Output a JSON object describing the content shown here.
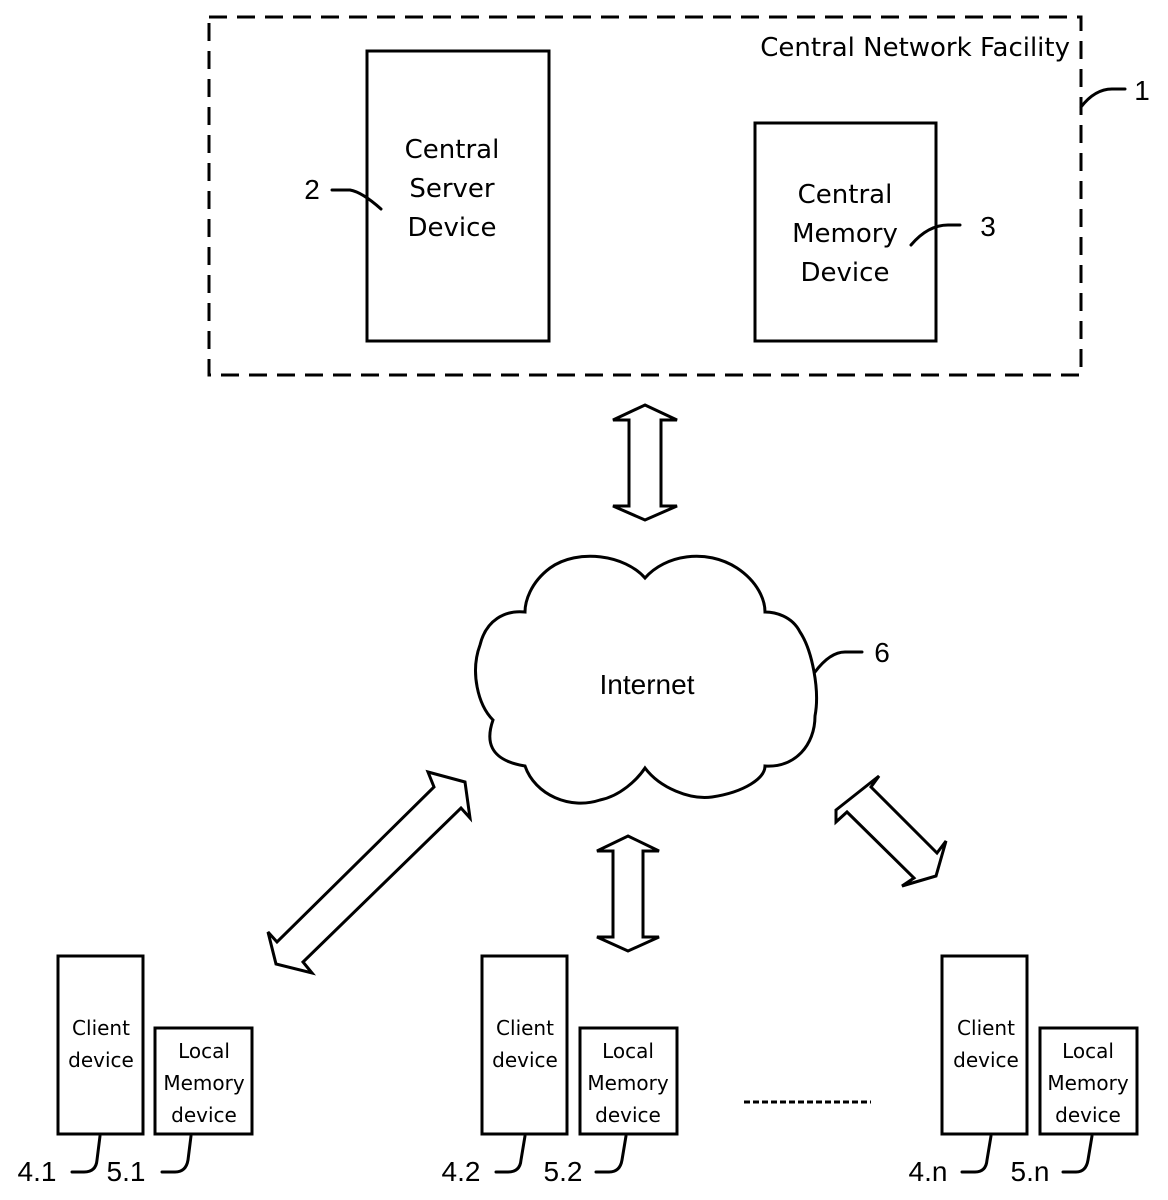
{
  "facility": {
    "title": "Central Network Facility",
    "ref": "1"
  },
  "central_server": {
    "lines": [
      "Central",
      "Server",
      "Device"
    ],
    "ref": "2"
  },
  "central_memory": {
    "lines": [
      "Central",
      "Memory",
      "Device"
    ],
    "ref": "3"
  },
  "internet": {
    "label": "Internet",
    "ref": "6"
  },
  "clients": [
    {
      "client_lines": [
        "Client",
        "device"
      ],
      "memory_lines": [
        "Local",
        "Memory",
        "device"
      ],
      "client_ref": "4.1",
      "memory_ref": "5.1"
    },
    {
      "client_lines": [
        "Client",
        "device"
      ],
      "memory_lines": [
        "Local",
        "Memory",
        "device"
      ],
      "client_ref": "4.2",
      "memory_ref": "5.2"
    },
    {
      "client_lines": [
        "Client",
        "device"
      ],
      "memory_lines": [
        "Local",
        "Memory",
        "device"
      ],
      "client_ref": "4.n",
      "memory_ref": "5.n"
    }
  ],
  "connections": [
    {
      "from": "Central Network Facility",
      "to": "Internet",
      "type": "bidirectional"
    },
    {
      "from": "Internet",
      "to": "Client device 4.1",
      "type": "bidirectional"
    },
    {
      "from": "Internet",
      "to": "Client device 4.2",
      "type": "bidirectional"
    },
    {
      "from": "Internet",
      "to": "Client device 4.n",
      "type": "bidirectional"
    }
  ]
}
